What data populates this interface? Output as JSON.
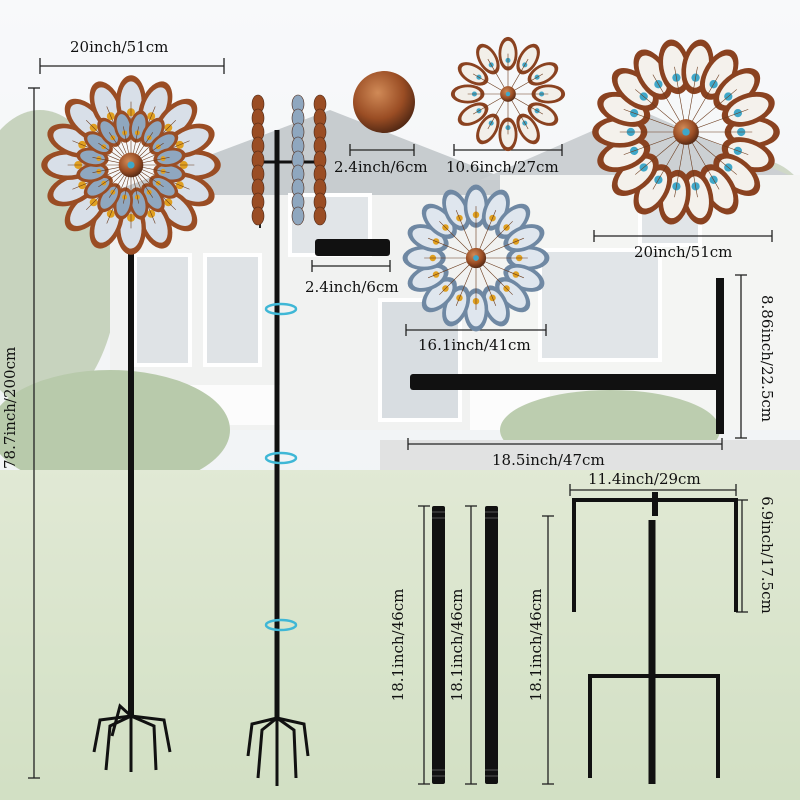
{
  "colors": {
    "sky": "#dfe7ee",
    "lawn": "#b9cfa2",
    "house": "#e9ece8",
    "roof": "#9aa3a8",
    "copper": "#9a4d24",
    "steel_blue": "#8fa7bf",
    "pole": "#111111",
    "dimension_line": "#222222",
    "rotate_arrow": "#3fb7d6"
  },
  "dimensions": {
    "spinner_width": "20inch/51cm",
    "total_height": "78.7inch/200cm",
    "cap_diameter": "2.4inch/6cm",
    "small_wheel": "10.6inch/27cm",
    "large_wheel": "20inch/51cm",
    "connector_length": "2.4inch/6cm",
    "medium_wheel": "16.1inch/41cm",
    "t_bar_height": "8.86inch/22.5cm",
    "t_bar_length": "18.5inch/47cm",
    "base_width": "11.4inch/29cm",
    "base_height": "6.9inch/17.5cm",
    "pole_segment_1": "18.1inch/46cm",
    "pole_segment_2": "18.1inch/46cm",
    "pole_segment_3": "18.1inch/46cm"
  }
}
